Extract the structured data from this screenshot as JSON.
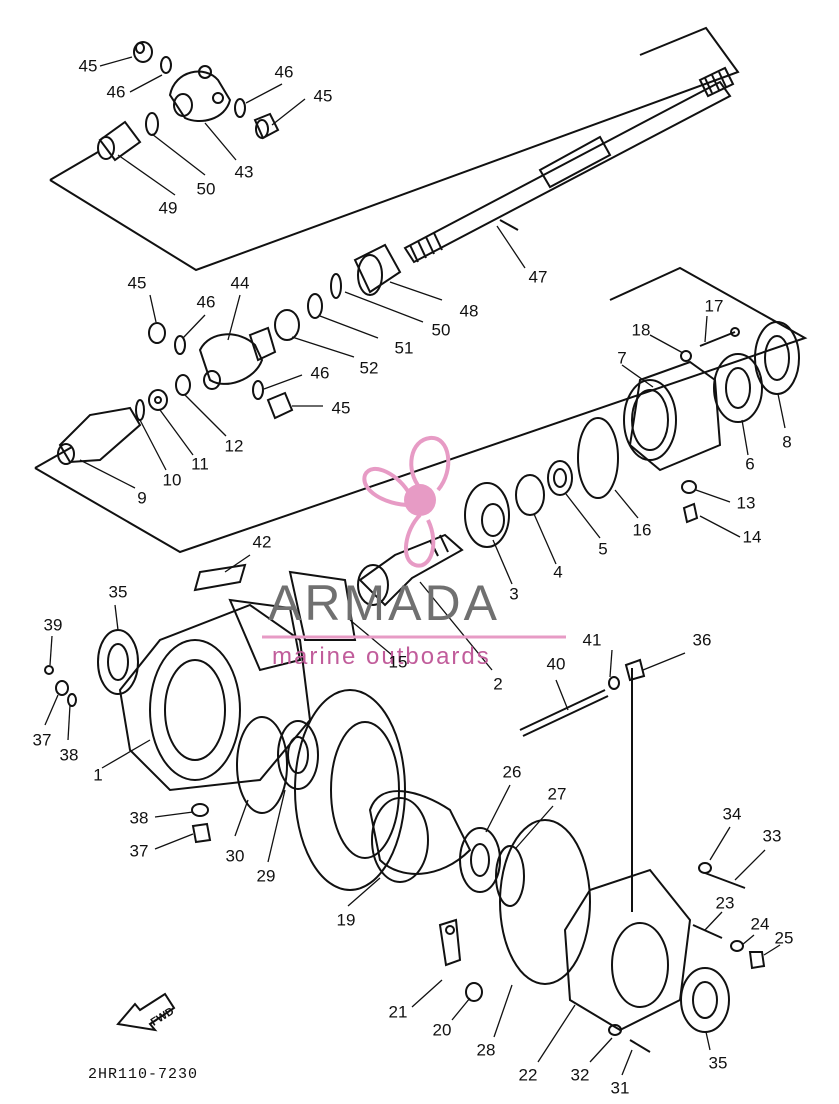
{
  "watermark": {
    "brand": "ARMADA",
    "subtitle": "marine outboards",
    "logo_icon": "propeller-icon",
    "logo_color": "#e79bc5"
  },
  "diagram_code": "2HR110-7230",
  "direction_tag": "FWD",
  "callouts": [
    {
      "id": "c-45-a",
      "label": "45"
    },
    {
      "id": "c-46-a",
      "label": "46"
    },
    {
      "id": "c-46-b",
      "label": "46"
    },
    {
      "id": "c-45-b",
      "label": "45"
    },
    {
      "id": "c-43",
      "label": "43"
    },
    {
      "id": "c-49",
      "label": "49"
    },
    {
      "id": "c-50-a",
      "label": "50"
    },
    {
      "id": "c-47",
      "label": "47"
    },
    {
      "id": "c-48",
      "label": "48"
    },
    {
      "id": "c-50-b",
      "label": "50"
    },
    {
      "id": "c-51",
      "label": "51"
    },
    {
      "id": "c-52",
      "label": "52"
    },
    {
      "id": "c-45-c",
      "label": "45"
    },
    {
      "id": "c-46-c",
      "label": "46"
    },
    {
      "id": "c-44",
      "label": "44"
    },
    {
      "id": "c-46-d",
      "label": "46"
    },
    {
      "id": "c-45-d",
      "label": "45"
    },
    {
      "id": "c-12",
      "label": "12"
    },
    {
      "id": "c-11",
      "label": "11"
    },
    {
      "id": "c-10",
      "label": "10"
    },
    {
      "id": "c-9",
      "label": "9"
    },
    {
      "id": "c-17",
      "label": "17"
    },
    {
      "id": "c-18",
      "label": "18"
    },
    {
      "id": "c-7",
      "label": "7"
    },
    {
      "id": "c-6",
      "label": "6"
    },
    {
      "id": "c-8",
      "label": "8"
    },
    {
      "id": "c-13",
      "label": "13"
    },
    {
      "id": "c-14",
      "label": "14"
    },
    {
      "id": "c-16",
      "label": "16"
    },
    {
      "id": "c-5",
      "label": "5"
    },
    {
      "id": "c-4",
      "label": "4"
    },
    {
      "id": "c-3",
      "label": "3"
    },
    {
      "id": "c-42",
      "label": "42"
    },
    {
      "id": "c-15",
      "label": "15"
    },
    {
      "id": "c-2",
      "label": "2"
    },
    {
      "id": "c-35-a",
      "label": "35"
    },
    {
      "id": "c-39",
      "label": "39"
    },
    {
      "id": "c-37-a",
      "label": "37"
    },
    {
      "id": "c-38-a",
      "label": "38"
    },
    {
      "id": "c-1",
      "label": "1"
    },
    {
      "id": "c-41",
      "label": "41"
    },
    {
      "id": "c-36",
      "label": "36"
    },
    {
      "id": "c-40",
      "label": "40"
    },
    {
      "id": "c-26",
      "label": "26"
    },
    {
      "id": "c-27",
      "label": "27"
    },
    {
      "id": "c-38-b",
      "label": "38"
    },
    {
      "id": "c-37-b",
      "label": "37"
    },
    {
      "id": "c-30",
      "label": "30"
    },
    {
      "id": "c-29",
      "label": "29"
    },
    {
      "id": "c-19",
      "label": "19"
    },
    {
      "id": "c-34",
      "label": "34"
    },
    {
      "id": "c-33",
      "label": "33"
    },
    {
      "id": "c-23",
      "label": "23"
    },
    {
      "id": "c-24",
      "label": "24"
    },
    {
      "id": "c-25",
      "label": "25"
    },
    {
      "id": "c-21",
      "label": "21"
    },
    {
      "id": "c-20",
      "label": "20"
    },
    {
      "id": "c-28",
      "label": "28"
    },
    {
      "id": "c-22",
      "label": "22"
    },
    {
      "id": "c-32",
      "label": "32"
    },
    {
      "id": "c-31",
      "label": "31"
    },
    {
      "id": "c-35-b",
      "label": "35"
    }
  ]
}
